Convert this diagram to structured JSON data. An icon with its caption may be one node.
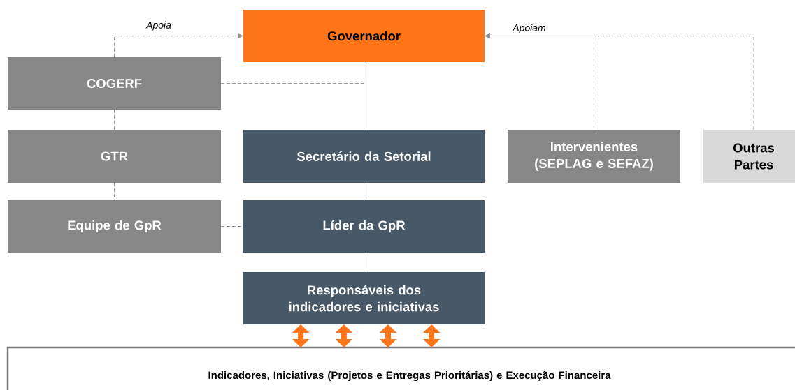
{
  "diagram": {
    "nodes": [
      {
        "text": [
          "Governador"
        ]
      },
      {
        "text": [
          "COGERF"
        ]
      },
      {
        "text": [
          "GTR"
        ]
      },
      {
        "text": [
          "Equipe de GpR"
        ]
      },
      {
        "text": [
          "Secretário da Setorial"
        ]
      },
      {
        "text": [
          "Líder da GpR"
        ]
      },
      {
        "text": [
          "Responsáveis dos indicadores e iniciativas"
        ]
      },
      {
        "text": [
          "Intervenientes (SEPLAG e SEFAZ)"
        ]
      },
      {
        "text": [
          "Outras Partes"
        ]
      },
      {
        "text": [
          "Indicadores, Iniciativas (Projetos e Entregas Prioritárias) e Execução Financeira"
        ]
      }
    ],
    "edges": [
      {
        "from": 1,
        "to": 0,
        "arrow": "to",
        "label": "Apoia",
        "style": "dashed"
      },
      {
        "from": 7,
        "to": 0,
        "arrow": "to",
        "label": "Apoiam",
        "style": "dashed"
      },
      {
        "from": 8,
        "to": 0,
        "arrow": "to",
        "style": "dashed"
      },
      {
        "from": 1,
        "to": 0,
        "arrow": "none",
        "style": "dashed"
      },
      {
        "from": 0,
        "to": 4,
        "arrow": "none"
      },
      {
        "from": 1,
        "to": 2,
        "arrow": "none",
        "style": "dashed"
      },
      {
        "from": 2,
        "to": 3,
        "arrow": "none",
        "style": "dashed"
      },
      {
        "from": 3,
        "to": 5,
        "arrow": "none",
        "style": "dashed"
      },
      {
        "from": 4,
        "to": 5,
        "arrow": "none"
      },
      {
        "from": 5,
        "to": 6,
        "arrow": "none"
      },
      {
        "from": 6,
        "to": 9,
        "arrow": "both",
        "style": "thick",
        "color": "#fe7518"
      },
      {
        "from": 6,
        "to": 9,
        "arrow": "both",
        "style": "thick",
        "color": "#fe7518"
      },
      {
        "from": 6,
        "to": 9,
        "arrow": "both",
        "style": "thick",
        "color": "#fe7518"
      },
      {
        "from": 6,
        "to": 9,
        "arrow": "both",
        "style": "thick",
        "color": "#fe7518"
      }
    ]
  }
}
